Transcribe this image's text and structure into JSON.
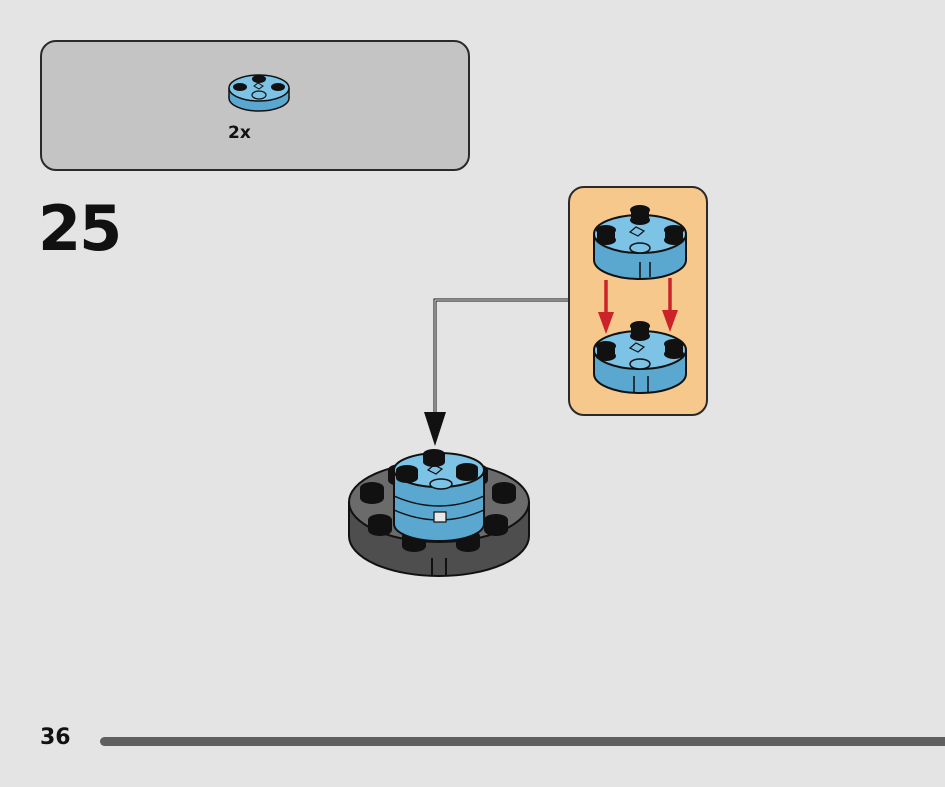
{
  "step": {
    "number": "25"
  },
  "parts_list": {
    "items": [
      {
        "icon": "round-plate-2x2-icon",
        "quantity": "2x",
        "color": "#6fb7dd"
      }
    ]
  },
  "page": {
    "number": "36"
  },
  "colors": {
    "background": "#e4e4e4",
    "parts_box": "#c4c4c4",
    "callout": "#f7c88c",
    "medium_azure": "#6fb7dd",
    "dark_gray_plate": "#5b5b5b",
    "arrow_red": "#cc2229",
    "progress_bar": "#5f5f5f"
  }
}
